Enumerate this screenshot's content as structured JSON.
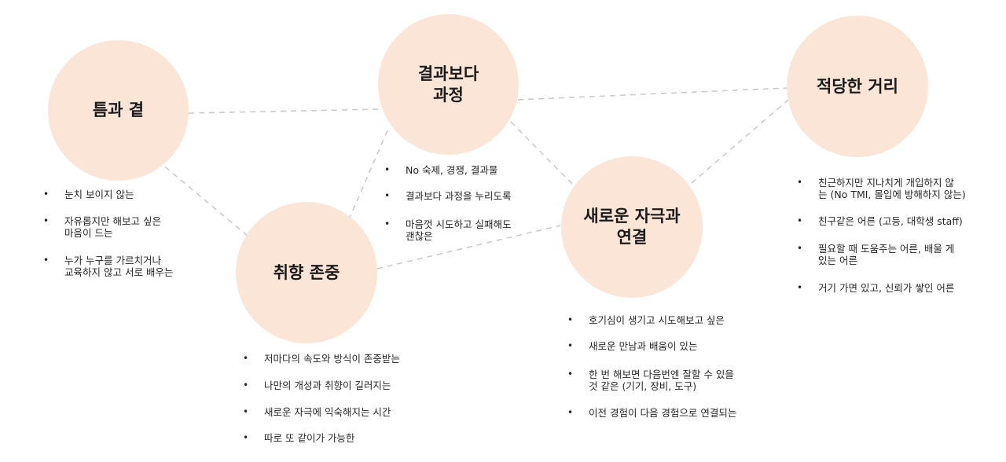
{
  "nodes": [
    {
      "id": "teum",
      "title": "틈과 곁"
    },
    {
      "id": "process",
      "title": "결과보다\n과정"
    },
    {
      "id": "taste",
      "title": "취향 존중"
    },
    {
      "id": "stimulus",
      "title": "새로운 자극과\n연결"
    },
    {
      "id": "distance",
      "title": "적당한 거리"
    }
  ],
  "bullet_groups": [
    {
      "id": "teum",
      "items": [
        "눈치 보이지 않는",
        "자유롭지만 해보고 싶은\n마음이 드는",
        "누가 누구를 가르치거나\n교육하지 않고 서로 배우는"
      ]
    },
    {
      "id": "process",
      "items": [
        "No 숙제, 경쟁, 결과물",
        "결과보다 과정을 누리도록",
        "마음껏 시도하고 실패해도\n괜찮은"
      ]
    },
    {
      "id": "taste",
      "items": [
        "저마다의 속도와 방식이 존중받는",
        "나만의 개성과 취향이 길러지는",
        "새로운 자극에 익숙해지는 시간",
        "따로 또 같이가 가능한"
      ]
    },
    {
      "id": "stimulus",
      "items": [
        "호기심이 생기고  시도해보고 싶은",
        "새로운 만남과 배움이 있는",
        "한 번 해보면 다음번엔 잘할 수 있을\n것 같은 (기기, 장비, 도구)",
        "이전 경험이 다음 경험으로 연결되는"
      ]
    },
    {
      "id": "distance",
      "items": [
        "친근하지만 지나치게 개입하지 않\n는 (No TMI, 몰입에 방해하지 않는)",
        "친구같은 어른 (고등, 대학생 staff)",
        "필요할 때 도움주는 어른, 배울 게\n있는 어른",
        "거기 가면 있고, 신뢰가 쌓인 어른"
      ]
    }
  ],
  "bullet_symbol": "•",
  "colors": {
    "node_fill": "#fbe5d6",
    "connector": "#c8c8c8",
    "text": "#1f1f1f"
  }
}
